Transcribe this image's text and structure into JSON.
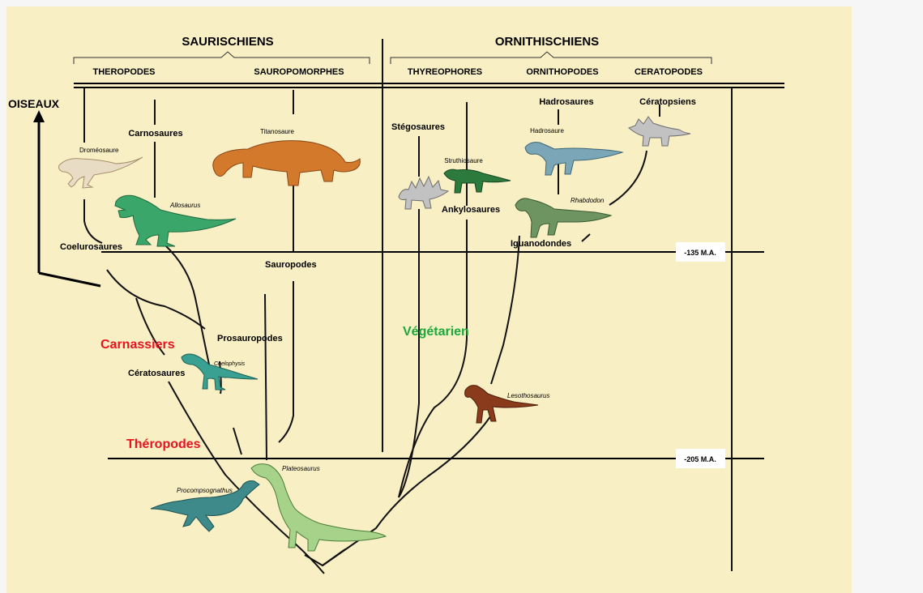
{
  "groups": {
    "saurischiens": "SAURISCHIENS",
    "ornithischiens": "ORNITHISCHIENS"
  },
  "subgroups": {
    "theropodes": "THEROPODES",
    "sauropomorphes": "SAUROPOMORPHES",
    "thyreophores": "THYREOPHORES",
    "ornithopodes": "ORNITHOPODES",
    "ceratopodes": "CERATOPODES"
  },
  "clades": {
    "oiseaux": "OISEAUX",
    "carnosaures": "Carnosaures",
    "coelurosaures": "Coelurosaures",
    "sauropodes": "Sauropodes",
    "prosauropodes": "Prosauropodes",
    "ceratosaures": "Cératosaures",
    "stegosaures": "Stégosaures",
    "ankylosaures": "Ankylosaures",
    "hadrosaures": "Hadrosaures",
    "ceratopsiens": "Cératopsiens",
    "iguanodondes": "Iguanodondes"
  },
  "species": {
    "dromeosaure": "Droméosaure",
    "allosaurus": "Allosaurus",
    "titanosaure": "Titanosaure",
    "struthiosaure": "Struthiosaure",
    "hadrosaure": "Hadrosaure",
    "rhabdodon": "Rhabdodon",
    "coelophysis": "Coelophysis",
    "lesothosaurus": "Lesothosaurus",
    "plateosaurus": "Plateosaurus",
    "procompsognathus": "Procompsognathus"
  },
  "annotations": {
    "carnassiers": "Carnassiers",
    "theropodes": "Théropodes",
    "vegetarien": "Végétarien"
  },
  "time_markers": {
    "m135": "-135 M.A.",
    "m205": "-205 M.A."
  },
  "colors": {
    "background": "#f8efc4",
    "page": "#f6f6f6",
    "annotation_red": "#e8131f",
    "annotation_green": "#1aaa3c"
  }
}
